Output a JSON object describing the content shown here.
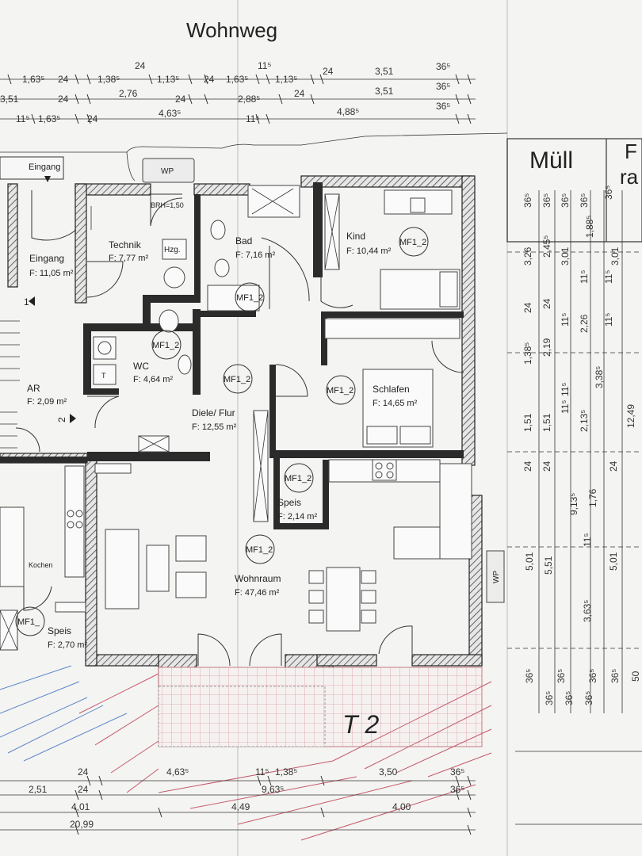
{
  "street": "Wohnweg",
  "rooms": {
    "eingang": {
      "name": "Eingang",
      "area": "F: 11,05 m²"
    },
    "technik": {
      "name": "Technik",
      "area": "F: 7,77 m²"
    },
    "bad": {
      "name": "Bad",
      "area": "F: 7,16 m²"
    },
    "kind": {
      "name": "Kind",
      "area": "F: 10,44 m²"
    },
    "wc": {
      "name": "WC",
      "area": "F: 4,64 m²"
    },
    "ar": {
      "name": "AR",
      "area": "F: 2,09 m²"
    },
    "diele": {
      "name": "Diele/ Flur",
      "area": "F: 12,55 m²"
    },
    "schlafen": {
      "name": "Schlafen",
      "area": "F: 14,65 m²"
    },
    "speis": {
      "name": "Speis",
      "area": "F: 2,14 m²"
    },
    "wohnraum": {
      "name": "Wohnraum",
      "area": "F: 47,46 m²"
    },
    "speis2": {
      "name": "Speis",
      "area": "F: 2,70 m²"
    },
    "kochen": {
      "name": "Kochen"
    }
  },
  "labels": {
    "eingang_top": "Eingang",
    "wp": "WP",
    "wp_right": "WP",
    "hzg": "Hzg.",
    "brh": "BRH=1,50",
    "muell": "Müll",
    "f_partial": "F",
    "ra_partial": "ra",
    "terrace": "T 2",
    "mf1_2": "MF1_2",
    "mf1": "MF1_"
  },
  "dims_top": {
    "row1": [
      "1,63⁵",
      "24",
      "1,38⁵",
      "24",
      "1,13⁵",
      "24",
      "1,63⁵",
      "11⁵",
      "1,13⁵",
      "24",
      "3,51",
      "36⁵"
    ],
    "row2": [
      "3,51",
      "24",
      "2,76",
      "24",
      "2,88⁵",
      "24",
      "3,51",
      "36⁵"
    ],
    "row3": [
      "11⁵",
      "1,63⁵",
      "24",
      "4,63⁵",
      "11⁵",
      "4,88⁵",
      "36⁵"
    ]
  },
  "dims_bottom": {
    "row1": [
      "24",
      "4,63⁵",
      "11⁵",
      "1,38⁵",
      "3,50",
      "36⁵"
    ],
    "row2": [
      "2,51",
      "24",
      "9,63⁵",
      "36⁵"
    ],
    "row3": [
      "4,01",
      "4,49",
      "4,00"
    ],
    "row4": [
      "20,99"
    ]
  },
  "dims_right": {
    "col1": [
      "36⁵",
      "3,26",
      "24",
      "1,38⁵",
      "1,51",
      "24",
      "5,01",
      "36⁵",
      "36⁵"
    ],
    "col2": [
      "36⁵",
      "2,45⁵",
      "24",
      "2,19",
      "1,51",
      "24",
      "5,51",
      "36⁵",
      "36⁵"
    ],
    "col3": [
      "36⁵",
      "3,01",
      "11⁵",
      "11⁵",
      "11⁵",
      "9,13⁵",
      "11⁵",
      "3,63⁵",
      "36⁵"
    ],
    "col4": [
      "36⁵",
      "1,88⁵",
      "11⁵",
      "2,26",
      "2,13⁵",
      "1,76",
      "36⁵"
    ],
    "col5": [
      "36⁵",
      "3,01",
      "11⁵",
      "11⁵",
      "3,38⁵",
      "24",
      "5,01",
      "36⁵"
    ],
    "col6": [
      "12,49",
      "50"
    ]
  }
}
